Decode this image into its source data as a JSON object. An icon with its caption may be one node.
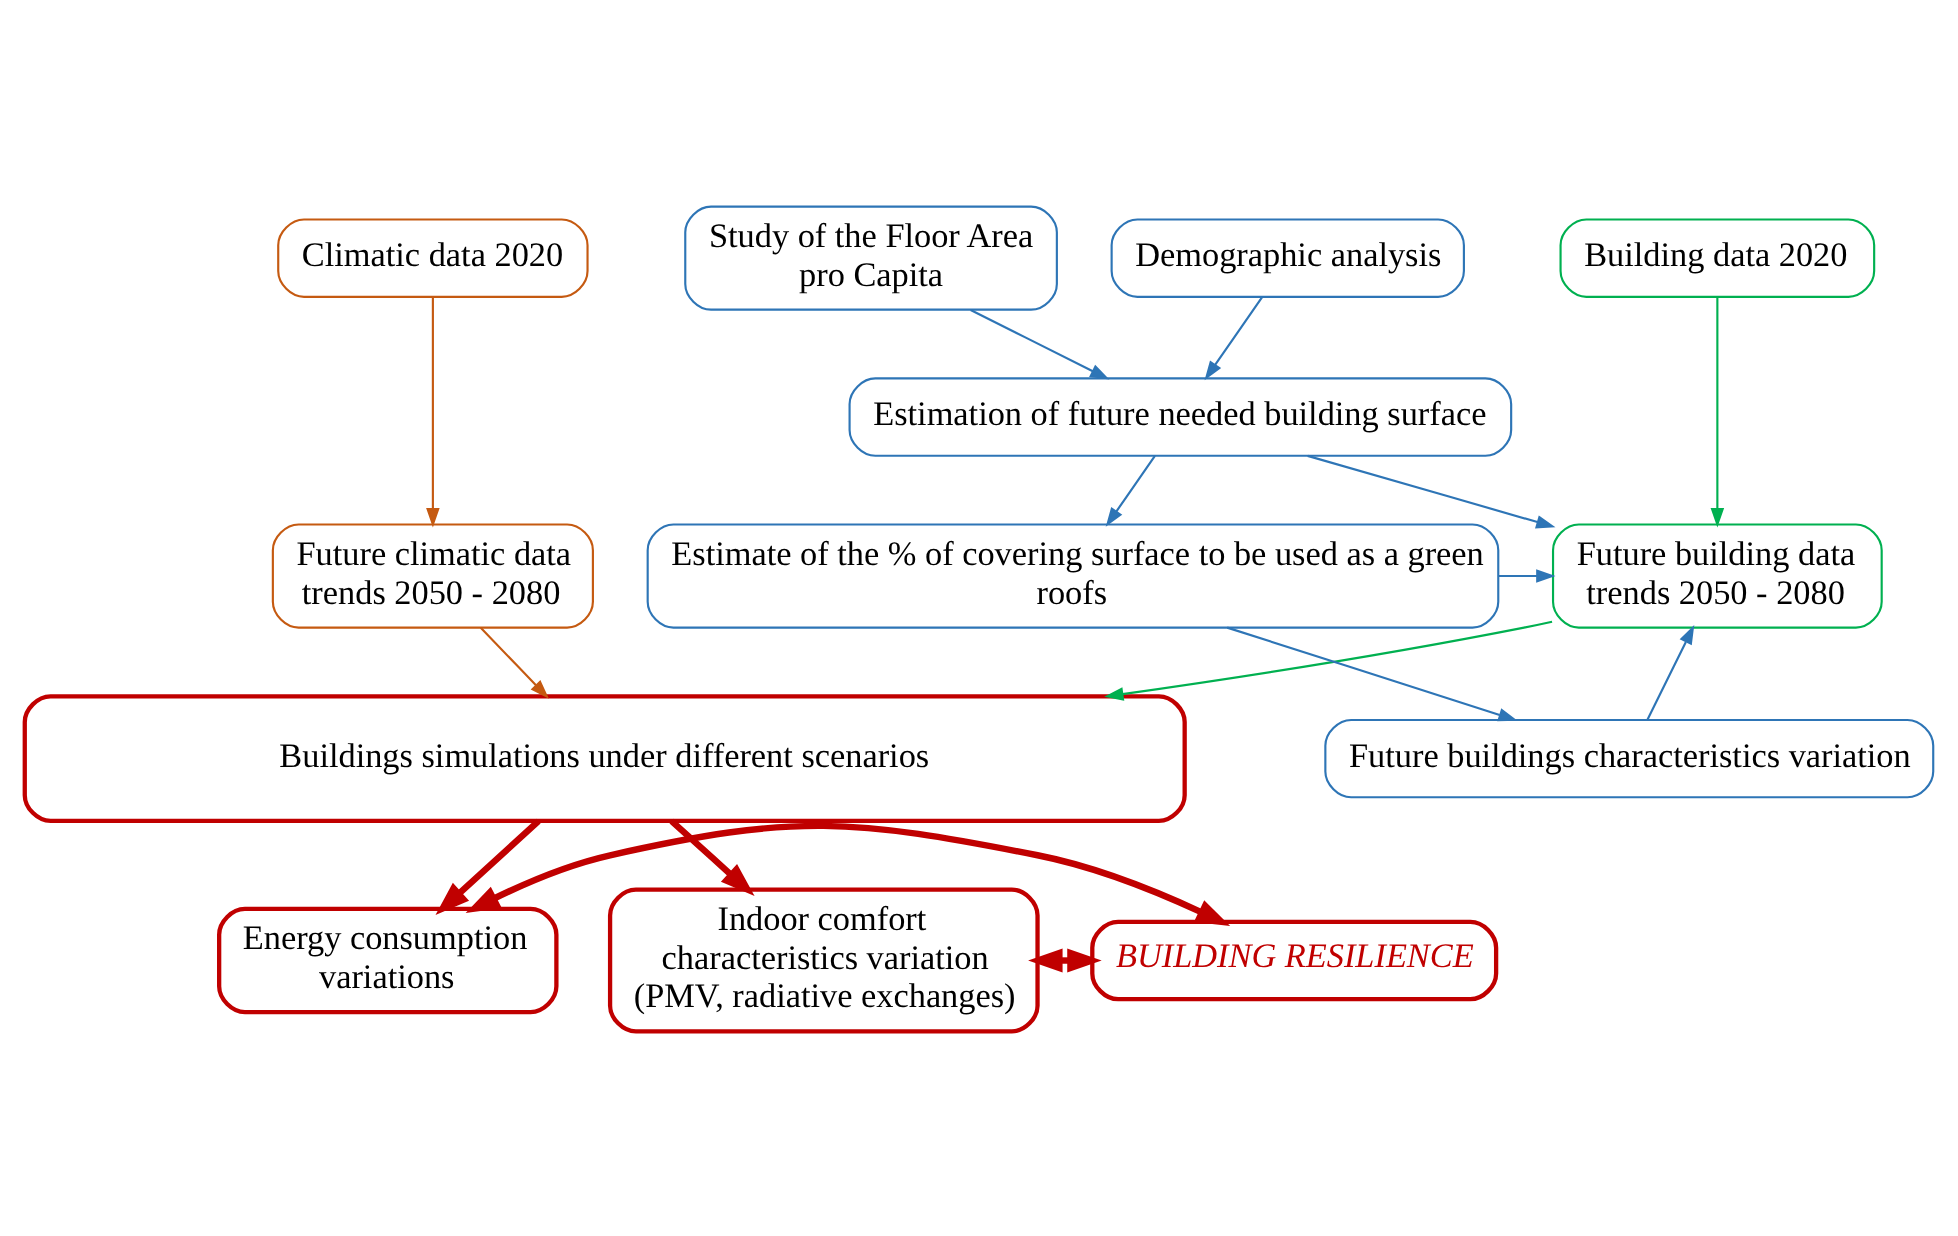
{
  "diagram": {
    "nodes": [
      {
        "text": [
          "Climatic data 2020"
        ]
      },
      {
        "text": [
          "Building data 2020"
        ]
      },
      {
        "text": [
          "Demographic analysis"
        ]
      },
      {
        "text": [
          "Study of the Floor Area pro Capita"
        ]
      },
      {
        "text": [
          "Estimation of future needed building surface"
        ]
      },
      {
        "text": [
          "Future climatic data trends 2050 - 2080"
        ]
      },
      {
        "text": [
          "Future building data trends 2050 - 2080"
        ]
      },
      {
        "text": [
          "Estimate of the % of covering surface to be used as a green roofs"
        ]
      },
      {
        "text": [
          "Future buildings characteristics variation"
        ]
      },
      {
        "text": [
          "Buildings simulations under different scenarios"
        ]
      },
      {
        "text": [
          "Energy consumption variations"
        ]
      },
      {
        "text": [
          "BUILDING RESILIENCE"
        ]
      },
      {
        "text": [
          "Indoor comfort characteristics variation (PMV, radiative exchanges)"
        ]
      }
    ],
    "edges": [
      {
        "from": 0,
        "to": 5,
        "arrow": "to",
        "color": "#c55a11"
      },
      {
        "from": 1,
        "to": 6,
        "arrow": "to",
        "color": "#00b050"
      },
      {
        "from": 2,
        "to": 4,
        "arrow": "to"
      },
      {
        "from": 3,
        "to": 4,
        "arrow": "to"
      },
      {
        "from": 4,
        "to": 6,
        "arrow": "to"
      },
      {
        "from": 4,
        "to": 7,
        "arrow": "to"
      },
      {
        "from": 7,
        "to": 6,
        "arrow": "to"
      },
      {
        "from": 7,
        "to": 8,
        "arrow": "to"
      },
      {
        "from": 8,
        "to": 6,
        "arrow": "to"
      },
      {
        "from": 5,
        "to": 9,
        "arrow": "to",
        "color": "#c55a11"
      },
      {
        "from": 6,
        "to": 9,
        "arrow": "to",
        "color": "#00b050"
      },
      {
        "from": 9,
        "to": 10,
        "arrow": "to",
        "style": "thick",
        "color": "#c00000"
      },
      {
        "from": 9,
        "to": 12,
        "arrow": "to",
        "style": "thick",
        "color": "#c00000"
      },
      {
        "from": 10,
        "to": 11,
        "arrow": "both",
        "style": "thick",
        "color": "#c00000"
      },
      {
        "from": 11,
        "to": 12,
        "arrow": "both",
        "style": "thick",
        "color": "#c00000"
      }
    ]
  }
}
